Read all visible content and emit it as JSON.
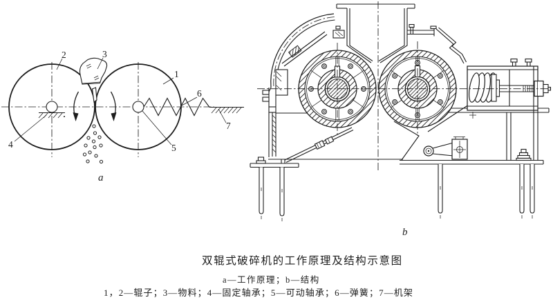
{
  "caption": {
    "title": "双辊式破碎机的工作原理及结构示意图",
    "subtitle": "a—工作原理；b—结构",
    "legend": "1，2—辊子；3—物料；4—固定轴承；5—可动轴承；6—弹簧；7—机架"
  },
  "labels": {
    "n1": "1",
    "n2": "2",
    "n3": "3",
    "n4": "4",
    "n5": "5",
    "n6": "6",
    "n7": "7",
    "sub_a": "a",
    "sub_b": "b"
  },
  "colors": {
    "ink": "#1c1c1c",
    "background": "#ffffff"
  }
}
